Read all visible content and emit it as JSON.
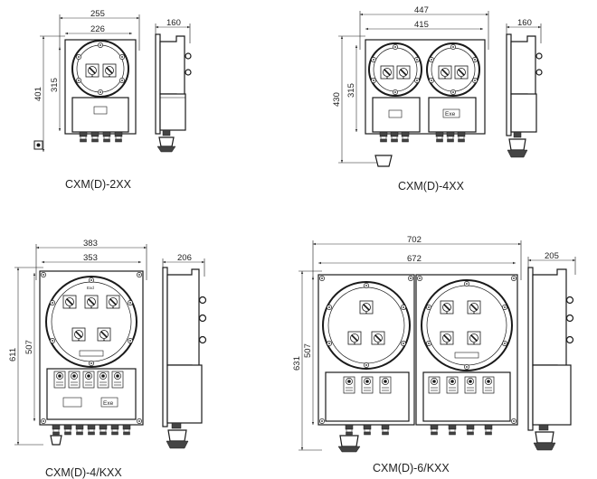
{
  "cxm_2xx": {
    "caption": "CXM(D)-2XX",
    "dim_width_total": "255",
    "dim_width_mount": "226",
    "dim_height_total": "401",
    "dim_height_mount": "315",
    "dim_depth": "160"
  },
  "cxm_4xx": {
    "caption": "CXM(D)-4XX",
    "dim_width_total": "447",
    "dim_width_mount": "415",
    "dim_height_total": "430",
    "dim_height_mount": "315",
    "dim_depth": "160",
    "exe_label": "Exe"
  },
  "cxm_4kxx": {
    "caption": "CXM(D)-4/KXX",
    "dim_width_total": "383",
    "dim_width_mount": "353",
    "dim_height_total": "611",
    "dim_height_mount": "507",
    "dim_depth": "206",
    "exd_label": "Exd",
    "exe_label": "Exe"
  },
  "cxm_6kxx": {
    "caption": "CXM(D)-6/KXX",
    "dim_width_total": "702",
    "dim_width_mount": "672",
    "dim_height_total": "631",
    "dim_height_mount": "507",
    "dim_depth": "205"
  }
}
